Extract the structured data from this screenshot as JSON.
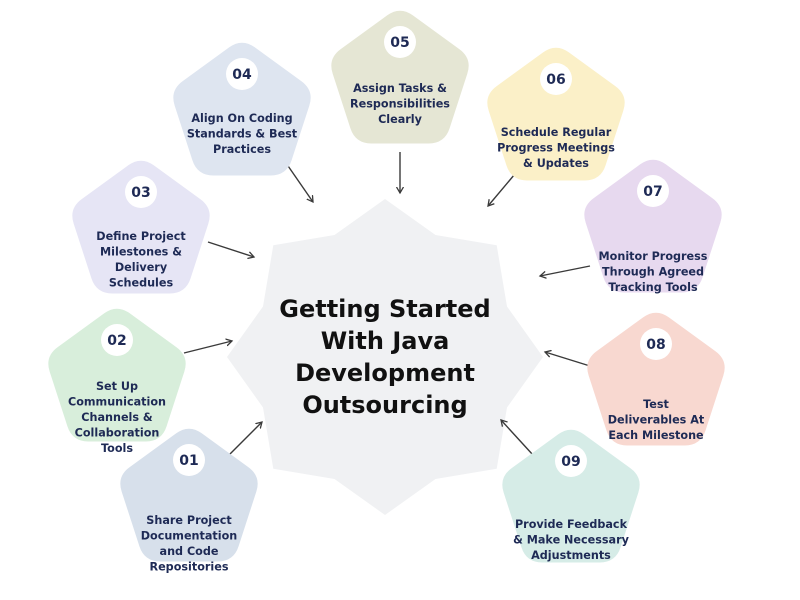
{
  "center": {
    "title_lines": [
      "Getting Started",
      "With Java",
      "Development",
      "Outsourcing"
    ]
  },
  "colors": {
    "center_star": "#f0f1f3",
    "number_circle": "#ffffff",
    "text_dark": "#1e2a55"
  },
  "steps": [
    {
      "number": "01",
      "lines": [
        "Share Project",
        "Documentation",
        "and Code",
        "Repositories"
      ],
      "color": "#d7e0eb"
    },
    {
      "number": "02",
      "lines": [
        "Set Up",
        "Communication",
        "Channels &",
        "Collaboration",
        "Tools"
      ],
      "color": "#d8eedb"
    },
    {
      "number": "03",
      "lines": [
        "Define Project",
        "Milestones &",
        "Delivery",
        "Schedules"
      ],
      "color": "#e6e5f5"
    },
    {
      "number": "04",
      "lines": [
        "Align On Coding",
        "Standards & Best",
        "Practices"
      ],
      "color": "#dee5f0"
    },
    {
      "number": "05",
      "lines": [
        "Assign Tasks &",
        "Responsibilities",
        "Clearly"
      ],
      "color": "#e5e6d4"
    },
    {
      "number": "06",
      "lines": [
        "Schedule Regular",
        "Progress Meetings",
        "& Updates"
      ],
      "color": "#fbf0c8"
    },
    {
      "number": "07",
      "lines": [
        "Monitor Progress",
        "Through Agreed",
        "Tracking Tools"
      ],
      "color": "#e7d9ef"
    },
    {
      "number": "08",
      "lines": [
        "Test",
        "Deliverables At",
        "Each Milestone"
      ],
      "color": "#f8d8d0"
    },
    {
      "number": "09",
      "lines": [
        "Provide Feedback",
        "& Make Necessary",
        "Adjustments"
      ],
      "color": "#d6ece7"
    }
  ]
}
